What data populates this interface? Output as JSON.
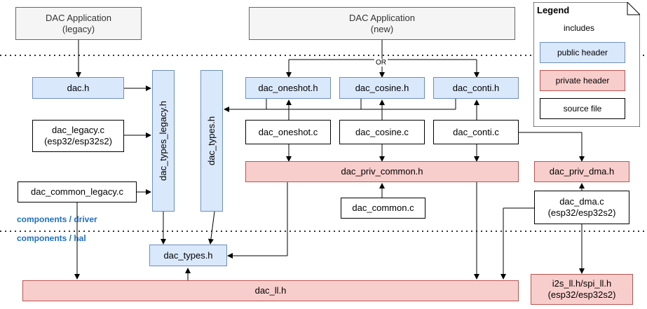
{
  "apps": {
    "legacy": {
      "line1": "DAC Application",
      "line2": "(legacy)"
    },
    "new": {
      "line1": "DAC Application",
      "line2": "(new)"
    }
  },
  "or_label": "OR",
  "legend": {
    "title": "Legend",
    "includes": "includes",
    "public_header": "public header",
    "private_header": "private header",
    "source_file": "source file"
  },
  "nodes": {
    "dac_h": "dac.h",
    "dac_legacy_c": {
      "line1": "dac_legacy.c",
      "line2": "(esp32/esp32s2)"
    },
    "dac_common_legacy_c": "dac_common_legacy.c",
    "dac_types_legacy_h": "dac_types_legacy.h",
    "dac_types_h_driver": "dac_types.h",
    "dac_oneshot_h": "dac_oneshot.h",
    "dac_cosine_h": "dac_cosine.h",
    "dac_conti_h": "dac_conti.h",
    "dac_oneshot_c": "dac_oneshot.c",
    "dac_cosine_c": "dac_cosine.c",
    "dac_conti_c": "dac_conti.c",
    "dac_priv_common_h": "dac_priv_common.h",
    "dac_priv_dma_h": "dac_priv_dma.h",
    "dac_common_c": "dac_common.c",
    "dac_dma_c": {
      "line1": "dac_dma.c",
      "line2": "(esp32/esp32s2)"
    },
    "dac_types_h_hal": "dac_types.h",
    "dac_ll_h": "dac_ll.h",
    "i2s_spi_ll_h": {
      "line1": "i2s_ll.h/spi_ll.h",
      "line2": "(esp32/esp32s2)"
    }
  },
  "zones": {
    "driver": "components / driver",
    "hal": "components / hal"
  }
}
